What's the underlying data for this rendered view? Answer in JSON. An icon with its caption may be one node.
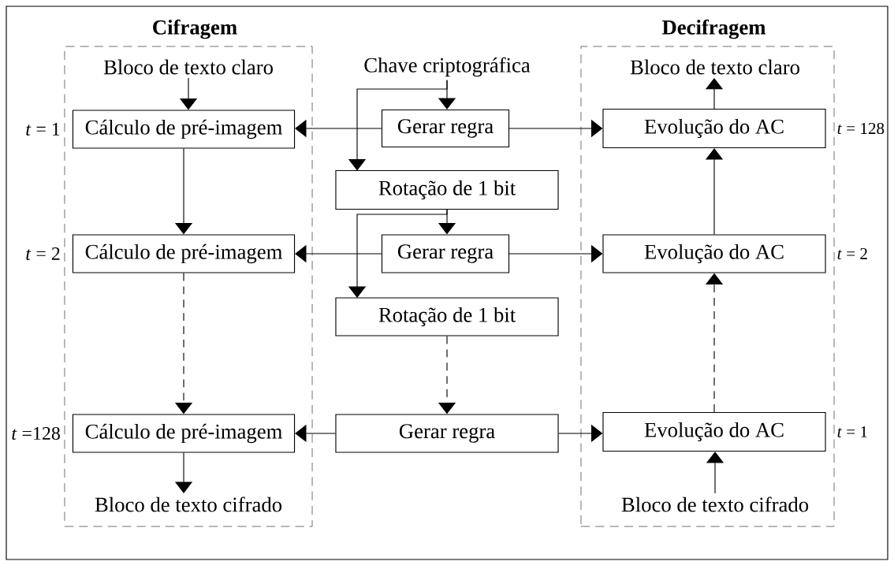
{
  "diagram": {
    "nodes": [
      {
        "text": [
          "Cifragem"
        ]
      },
      {
        "text": [
          "Bloco de texto claro"
        ],
        "in": 0
      },
      {
        "text": [
          "Chave criptográfica"
        ]
      },
      {
        "text": [
          "Decifragem"
        ]
      },
      {
        "text": [
          "Bloco de texto claro"
        ],
        "in": 3
      },
      {
        "text": [
          "Cálculo de pré-imagem"
        ],
        "in": 0,
        "beside": [
          "*t* = 1"
        ]
      },
      {
        "text": [
          "Gerar regra"
        ]
      },
      {
        "text": [
          "Evolução do AC"
        ],
        "in": 3,
        "beside": [
          "*t* = 128"
        ]
      },
      {
        "text": [
          "Rotação de 1 bit"
        ]
      },
      {
        "text": [
          "Cálculo de pré-imagem"
        ],
        "in": 0,
        "beside": [
          "*t* = 2"
        ]
      },
      {
        "text": [
          "Gerar regra"
        ]
      },
      {
        "text": [
          "Evolução do AC"
        ],
        "in": 3,
        "beside": [
          "*t* = 2"
        ]
      },
      {
        "text": [
          "Rotação de 1 bit"
        ]
      },
      {
        "text": [
          "Cálculo de pré-imagem"
        ],
        "in": 0,
        "beside": [
          "*t* =128"
        ]
      },
      {
        "text": [
          "Gerar regra"
        ]
      },
      {
        "text": [
          "Evolução do AC"
        ],
        "in": 3,
        "beside": [
          "*t* = 1"
        ]
      },
      {
        "text": [
          "Bloco de texto cifrado"
        ],
        "in": 0
      },
      {
        "text": [
          "Bloco de texto cifrado"
        ],
        "in": 3
      }
    ],
    "edges": [
      {
        "from": 1,
        "to": 5,
        "arrow": "to"
      },
      {
        "from": 5,
        "to": 9,
        "arrow": "to"
      },
      {
        "from": 9,
        "to": 13,
        "arrow": "to",
        "style": "dashed"
      },
      {
        "from": 13,
        "to": 16,
        "arrow": "to"
      },
      {
        "from": 2,
        "to": 6,
        "arrow": "to"
      },
      {
        "from": 2,
        "to": 8,
        "arrow": "to"
      },
      {
        "from": 6,
        "to": 5,
        "arrow": "to"
      },
      {
        "from": 6,
        "to": 7,
        "arrow": "to"
      },
      {
        "from": 8,
        "to": 10,
        "arrow": "to"
      },
      {
        "from": 8,
        "to": 12,
        "arrow": "to"
      },
      {
        "from": 10,
        "to": 9,
        "arrow": "to"
      },
      {
        "from": 10,
        "to": 11,
        "arrow": "to"
      },
      {
        "from": 12,
        "to": 14,
        "arrow": "to",
        "style": "dashed"
      },
      {
        "from": 14,
        "to": 13,
        "arrow": "to"
      },
      {
        "from": 14,
        "to": 15,
        "arrow": "to"
      },
      {
        "from": 17,
        "to": 15,
        "arrow": "to"
      },
      {
        "from": 15,
        "to": 11,
        "arrow": "to",
        "style": "dashed"
      },
      {
        "from": 11,
        "to": 7,
        "arrow": "to"
      },
      {
        "from": 7,
        "to": 4,
        "arrow": "to"
      }
    ]
  }
}
